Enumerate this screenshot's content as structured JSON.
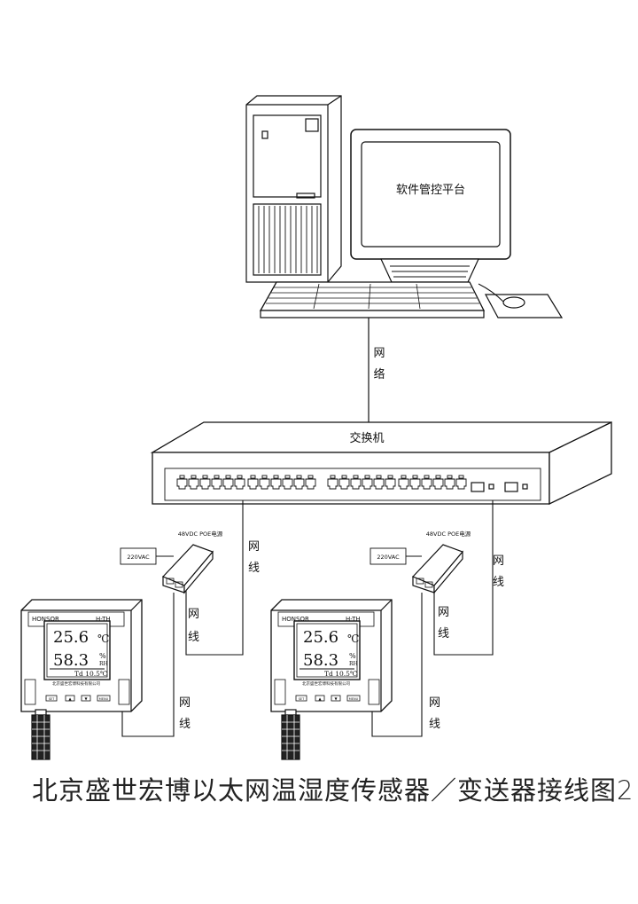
{
  "monitor": {
    "screen_text": "软件管控平台"
  },
  "network_label": [
    "网",
    "络"
  ],
  "switch": {
    "label": "交换机"
  },
  "poe_injectors": [
    {
      "power_label": "48VDC POE电源",
      "ac_label": "220VAC"
    },
    {
      "power_label": "48VDC POE电源",
      "ac_label": "220VAC"
    }
  ],
  "cable_labels": {
    "switch_to_poe": [
      "网",
      "线"
    ],
    "poe_to_sensor": [
      "网",
      "线"
    ],
    "sensor_to_poe": [
      "网",
      "线"
    ]
  },
  "sensors": [
    {
      "brand": "HONSOR",
      "model": "H-TH",
      "temperature": "25.6",
      "temp_unit": "℃",
      "humidity": "58.3",
      "hum_unit_top": "%",
      "hum_unit_bottom": "RH",
      "dewpoint": "Td 10.5℃",
      "company": "北京盛世宏博科技有限公司",
      "buttons": [
        "SET",
        "▲",
        "▼",
        "MENU"
      ]
    },
    {
      "brand": "HONSOR",
      "model": "H-TH",
      "temperature": "25.6",
      "temp_unit": "℃",
      "humidity": "58.3",
      "hum_unit_top": "%",
      "hum_unit_bottom": "RH",
      "dewpoint": "Td 10.5℃",
      "company": "北京盛世宏博科技有限公司",
      "buttons": [
        "SET",
        "▲",
        "▼",
        "MENU"
      ]
    }
  ],
  "caption": "北京盛世宏博以太网温湿度传感器／变送器接线图2"
}
